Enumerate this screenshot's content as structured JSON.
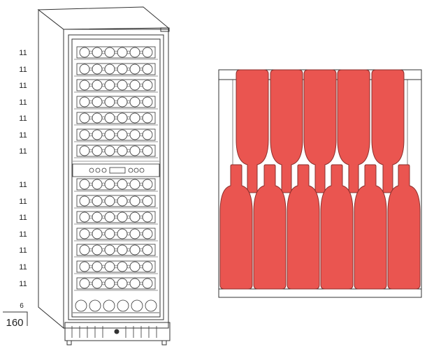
{
  "shelf_counts": [
    "11",
    "11",
    "11",
    "11",
    "11",
    "11",
    "11",
    "11",
    "11",
    "11",
    "11",
    "11",
    "11",
    "11"
  ],
  "bottom_shelf_count": "6",
  "total_capacity": "160",
  "colors": {
    "bottle_fill": "#ea5550",
    "bottle_stroke": "#8a2f2c",
    "line": "#333333"
  },
  "icons": [
    "wine-cabinet-icon",
    "bottle-icon",
    "control-panel-icon",
    "vent-grille-icon"
  ]
}
